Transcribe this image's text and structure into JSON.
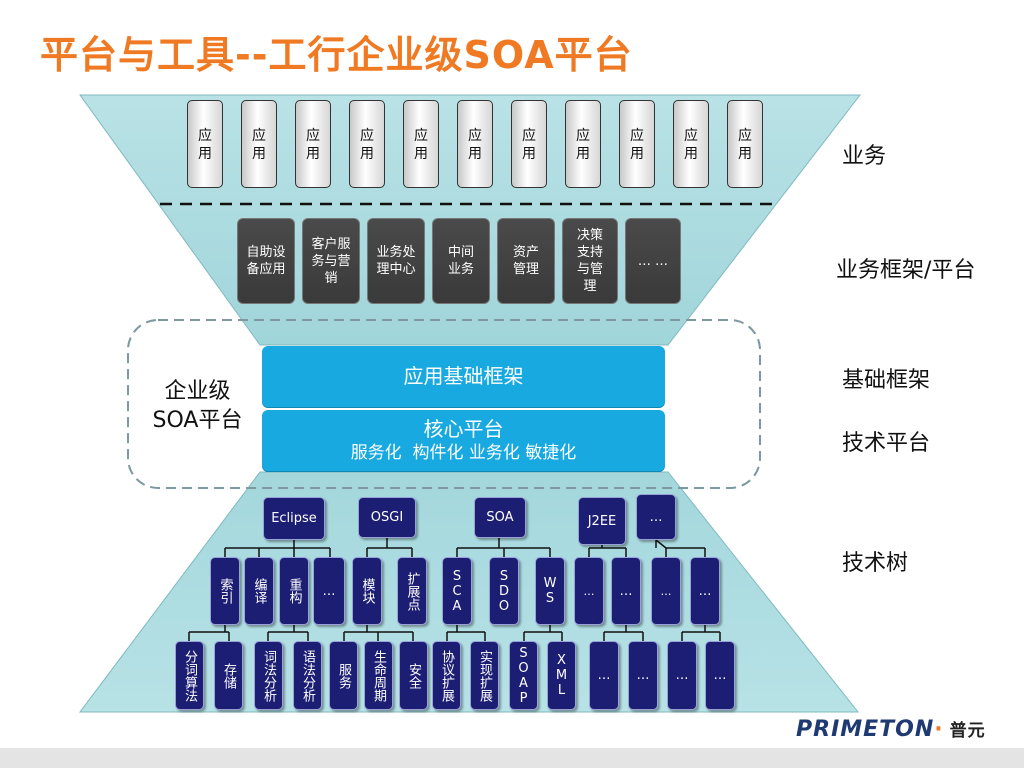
{
  "title": "平台与工具--工行企业级SOA平台",
  "apps": [
    "应用",
    "应用",
    "应用",
    "应用",
    "应用",
    "应用",
    "应用",
    "应用",
    "应用",
    "应用",
    "应用"
  ],
  "frameworks": [
    "自助设备应用",
    "客户服务与营销",
    "业务处理中心",
    "中间业务",
    "资产管理",
    "决策支持与管理",
    "… …"
  ],
  "soa_label": {
    "line1": "企业级",
    "line2": "SOA平台"
  },
  "app_framework": "应用基础框架",
  "core": {
    "title": "核心平台",
    "subtitle": "服务化  构件化 业务化 敏捷化"
  },
  "side_labels": {
    "business": "业务",
    "framework": "业务框架/平台",
    "base": "基础框架",
    "tech_platform": "技术平台",
    "tech_tree": "技术树"
  },
  "tree": {
    "roots": [
      "Eclipse",
      "OSGI",
      "SOA",
      "J2EE",
      "…"
    ],
    "mid": [
      "索引",
      "编译",
      "重构",
      "…",
      "模块",
      "扩展点",
      "SCA",
      "SDO",
      "WS",
      "…",
      "…",
      "…",
      "…"
    ],
    "leaves": [
      "分词算法",
      "存储",
      "词法分析",
      "语法分析",
      "服务",
      "生命周期",
      "安全",
      "协议扩展",
      "实现扩展",
      "SOAP",
      "XML",
      "…",
      "…",
      "…",
      "…"
    ]
  },
  "colors": {
    "title": "#f07a23",
    "funnel": "#a9dbe0",
    "band": "#17a9e0",
    "node": "#1c1e74",
    "framework": "#3f3f3f"
  },
  "logo": {
    "brand": "PRIMETON",
    "separator": "·",
    "cn": "普元"
  }
}
